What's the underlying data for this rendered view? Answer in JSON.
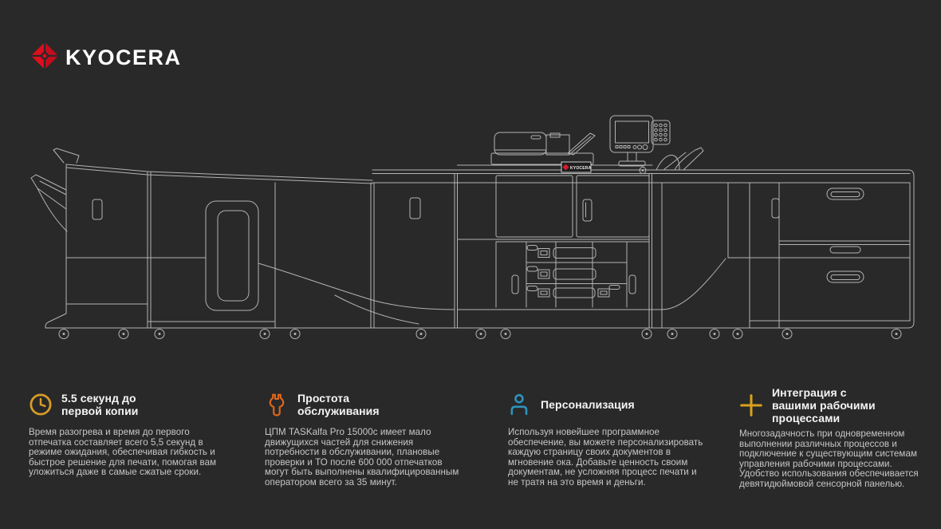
{
  "page": {
    "background": "#292929",
    "line_color": "#b3b3b3",
    "title_color": "#f5f5f5",
    "body_color": "#c7c7c7"
  },
  "logo": {
    "brand": "KYOCERA",
    "mark_color": "#e10d1e",
    "mark_shade": "#b00d1a"
  },
  "printer": {
    "badge_text": "KYOCERA",
    "badge_red": "#d61c29"
  },
  "features": [
    {
      "icon": "clock-icon",
      "icon_color": "#d99c27",
      "title": "5.5 секунд до\nпервой копии",
      "body": "Время разогрева и время до первого отпечатка составляет всего 5,5 секунд в режиме ожидания, обеспечивая гибкость и быстрое решение для печати, помогая вам уложиться даже в самые сжатые сроки."
    },
    {
      "icon": "wrench-icon",
      "icon_color": "#dd671b",
      "title": "Простота\nобслуживания",
      "body": "ЦПМ TASKalfa Pro 15000c имеет мало движущихся частей для снижения потребности в обслуживании, плановые проверки и ТО после 600 000 отпечатков могут быть выполнены квалифицированным оператором всего за 35 минут."
    },
    {
      "icon": "person-icon",
      "icon_color": "#2f93be",
      "title": "Персонализация",
      "body": "Используя новейшее программное обеспечение, вы можете персонализировать каждую страницу своих документов в мгновение ока. Добавьте ценность своим документам, не усложняя процесс печати и не тратя на это время и деньги."
    },
    {
      "icon": "plus-icon",
      "icon_color": "#d9a21b",
      "title": "Интеграция с\nвашими рабочими\nпроцессами",
      "body": "Многозадачность при одновременном выполнении различных процессов и подключение к существующим системам управления рабочими процессами. Удобство использования обеспечивается девятидюймовой сенсорной панелью."
    }
  ]
}
